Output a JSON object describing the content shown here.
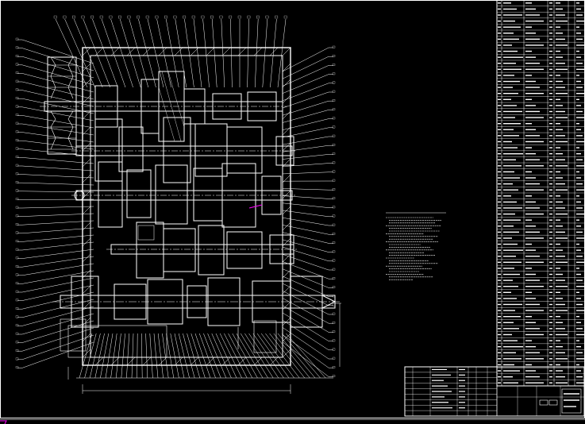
{
  "drawing": {
    "background": "#000000",
    "line_color": "#ffffff",
    "accent_color": "#ff00ff",
    "callout_left_count": 40,
    "callout_top_count": 26,
    "callout_right_count": 38,
    "callout_bottom_count": 48,
    "parts_list_rows": 64,
    "title_block_rows": 9
  }
}
